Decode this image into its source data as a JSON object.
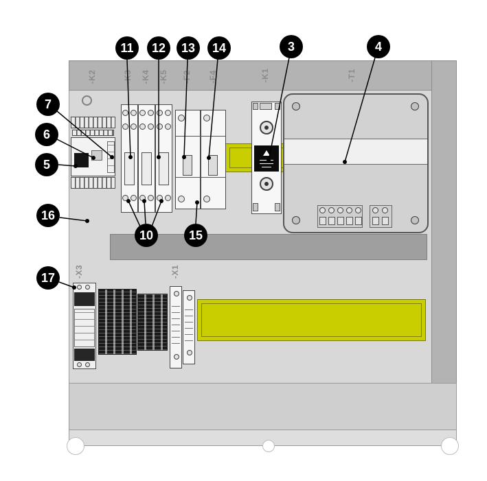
{
  "diagram": {
    "callouts": {
      "c3": "3",
      "c4": "4",
      "c5": "5",
      "c6": "6",
      "c7": "7",
      "c10": "10",
      "c11": "11",
      "c12": "12",
      "c13": "13",
      "c14": "14",
      "c15": "15",
      "c16": "16",
      "c17": "17"
    },
    "labels": {
      "k2": "-K2",
      "k3": "-K3",
      "k4": "-K4",
      "k5": "-K5",
      "f2": "-F2",
      "f4": "-F4",
      "k1": "-K1",
      "t1": "-T1",
      "x3": "-X3",
      "x1": "-X1"
    },
    "colors": {
      "panel_light": "#d8d8d8",
      "frame_gray": "#b3b3b3",
      "duct_gray": "#9f9f9f",
      "duct_yellow": "#c9ce00",
      "callout_bg": "#000000",
      "callout_text": "#ffffff",
      "label_gray": "#8c8c8c"
    }
  }
}
